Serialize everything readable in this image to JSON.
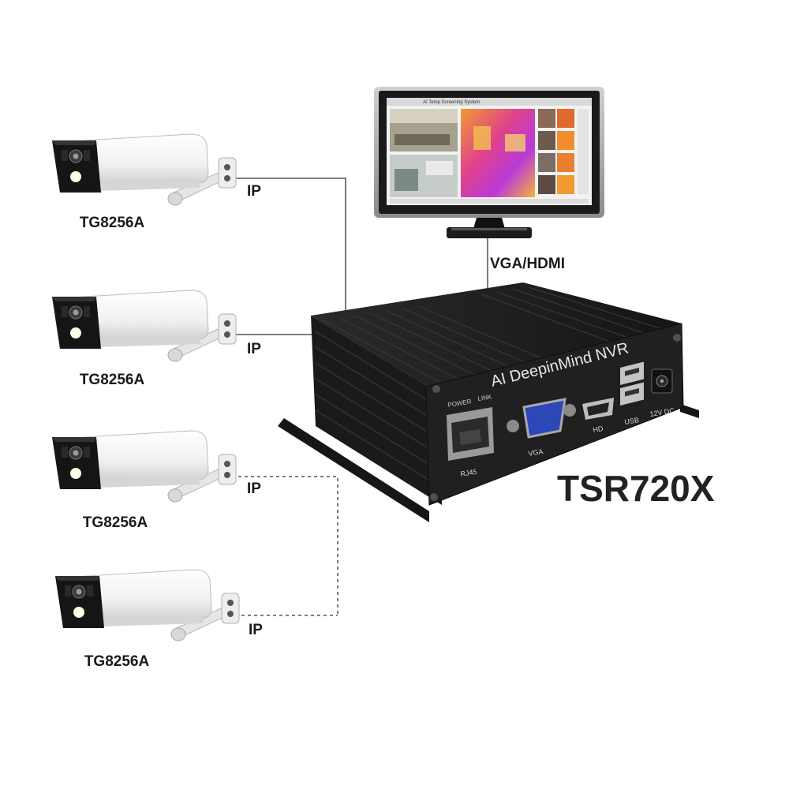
{
  "cameras": [
    {
      "model": "TG8256A",
      "link_label": "IP",
      "link_type": "solid"
    },
    {
      "model": "TG8256A",
      "link_label": "IP",
      "link_type": "solid"
    },
    {
      "model": "TG8256A",
      "link_label": "IP",
      "link_type": "dashed"
    },
    {
      "model": "TG8256A",
      "link_label": "IP",
      "link_type": "dashed"
    }
  ],
  "monitor": {
    "link_label": "VGA/HDMI",
    "screen_title": "AI Temp Screening System"
  },
  "nvr": {
    "title": "AI DeepinMind NVR",
    "model": "TSR720X",
    "ports": {
      "power": "POWER",
      "link": "LINK",
      "rj45": "RJ45",
      "vga": "VGA",
      "hd": "HD",
      "usb": "USB",
      "dc": "12V DC"
    }
  },
  "colors": {
    "device_body": "#1c1c1c",
    "line": "#333333",
    "camera_body": "#f4f4f4",
    "vga_port": "#2c48b8"
  }
}
